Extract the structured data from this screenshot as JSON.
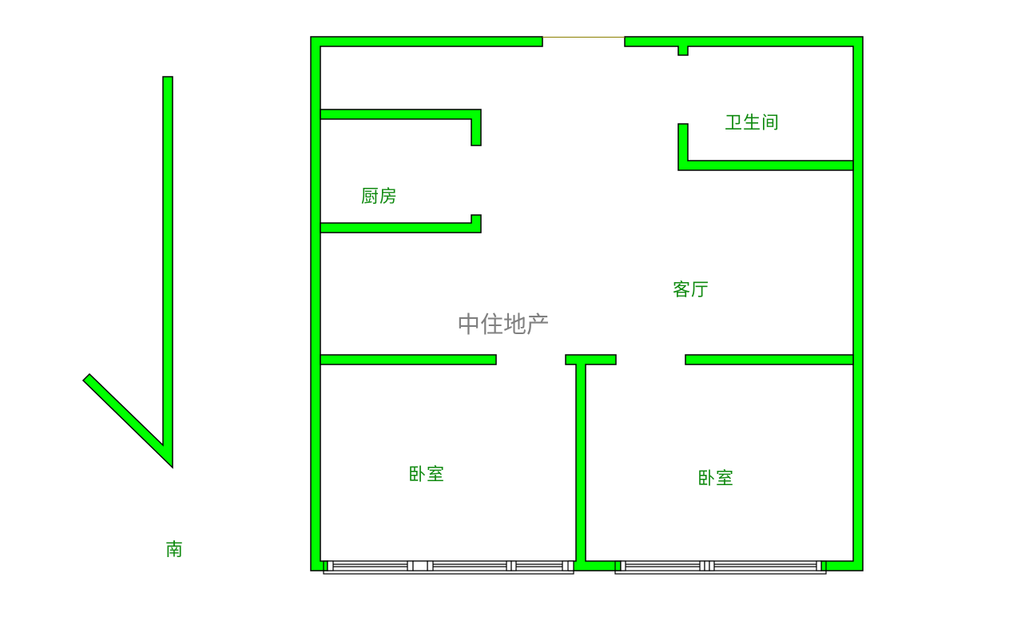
{
  "colors": {
    "wall_fill": "#00ff00",
    "wall_stroke": "#000000",
    "label": "#108a10",
    "watermark": "#808080",
    "door_line": "#8b8000",
    "background": "#ffffff"
  },
  "watermark": "中住地产",
  "compass": {
    "direction_label": "南",
    "icon": "south-arrow-icon"
  },
  "rooms": [
    {
      "name": "厨房",
      "id": "kitchen"
    },
    {
      "name": "卫生间",
      "id": "bathroom"
    },
    {
      "name": "客厅",
      "id": "living-room"
    },
    {
      "name": "卧室",
      "id": "bedroom-left"
    },
    {
      "name": "卧室",
      "id": "bedroom-right"
    }
  ]
}
